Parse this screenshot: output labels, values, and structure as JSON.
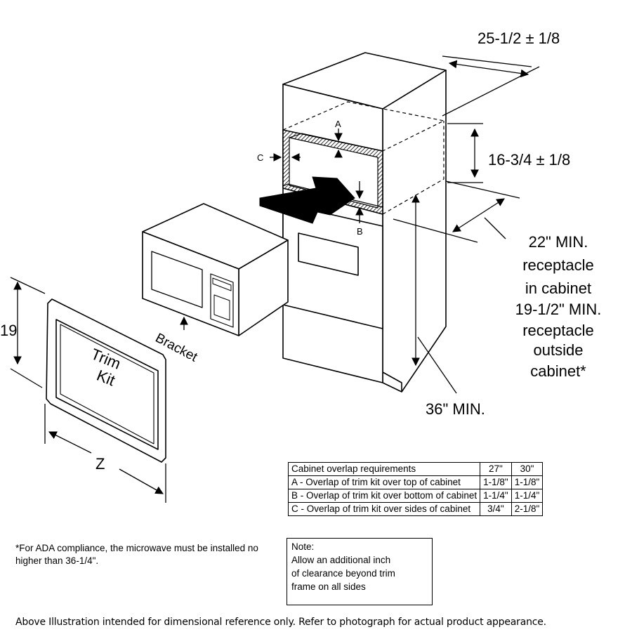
{
  "dimensions": {
    "width": "25-1/2 ± 1/8",
    "height": "16-3/4 ± 1/8",
    "receptacle_note": [
      "22\" MIN.",
      "receptacle",
      "in cabinet",
      "19-1/2\" MIN.",
      "receptacle",
      "outside",
      "cabinet*"
    ],
    "floor_min": "36\" MIN.",
    "trim_height": "19",
    "trim_width": "Z"
  },
  "labels": {
    "a": "A",
    "b": "B",
    "c": "C",
    "bracket": "Bracket",
    "trim_kit_line1": "Trim",
    "trim_kit_line2": "Kit"
  },
  "table": {
    "header": [
      "Cabinet overlap requirements",
      "27\"",
      "30\""
    ],
    "rows": [
      [
        "A - Overlap of trim kit over top of cabinet",
        "1-1/8\"",
        "1-1/8\""
      ],
      [
        "B - Overlap of trim kit over bottom of cabinet",
        "1-1/4\"",
        "1-1/4\""
      ],
      [
        "C - Overlap of trim kit over sides of cabinet",
        "3/4\"",
        "2-1/8\""
      ]
    ]
  },
  "ada_note": "*For ADA compliance, the microwave must be installed no higher than 36-1/4\".",
  "note": {
    "title": "Note:",
    "lines": [
      "Allow an additional inch",
      "of clearance beyond trim",
      "frame on all sides"
    ]
  },
  "footer": "Above Illustration intended for dimensional reference only. Refer to photograph for actual product appearance."
}
